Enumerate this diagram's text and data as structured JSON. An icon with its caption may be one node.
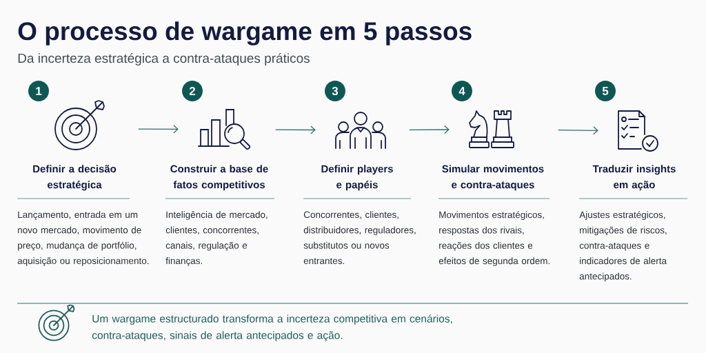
{
  "diagram": {
    "title": "O processo de wargame em 5 passos",
    "caption": "Um wargame estructurado transforma a incerteza competitiva em cenários, contra-ataques, sinais de alerta antecipados e ação.",
    "nodes": [
      {
        "text": [
          "1"
        ]
      },
      {
        "text": [],
        "shape": "picture",
        "beside": [
          "Definir a decisão estratégica",
          "Lançamento, entrada em um novo mercado, movimento de preço, mudança de portfólio, aquisição ou reposicionamento."
        ]
      },
      {
        "text": [
          "2"
        ]
      },
      {
        "text": [],
        "shape": "picture",
        "beside": [
          "Construir a base de fatos competitivos",
          "Inteligência de mercado, clientes, concorrentes, canais, regulação e finanças."
        ]
      },
      {
        "text": [
          "3"
        ]
      },
      {
        "text": [],
        "shape": "picture",
        "beside": [
          "Definir players e papéis",
          "Concorrentes, clientes, distribuidores, reguladores, substitutos ou novos entrantes."
        ]
      },
      {
        "text": [
          "4"
        ]
      },
      {
        "text": [],
        "shape": "picture",
        "beside": [
          "Simular movimentos e contra-ataques",
          "Movimentos estratégicos, respostas dos rivais, reações dos clientes e efeitos de segunda ordem."
        ]
      },
      {
        "text": [
          "5"
        ]
      },
      {
        "text": [],
        "shape": "picture",
        "beside": [
          "Traduzir insights em ação",
          "Ajustes estratégicos, mitigações de riscos, contra-ataques e indicadores de alerta antecipados."
        ]
      }
    ],
    "edges": [
      {
        "from": 1,
        "to": 3,
        "arrow": "to"
      },
      {
        "from": 3,
        "to": 5,
        "arrow": "to"
      },
      {
        "from": 5,
        "to": 7,
        "arrow": "to"
      },
      {
        "from": 7,
        "to": 9,
        "arrow": "to"
      }
    ],
    "labels": [
      "Da incerteza estratégica a contra-ataques práticos"
    ]
  }
}
